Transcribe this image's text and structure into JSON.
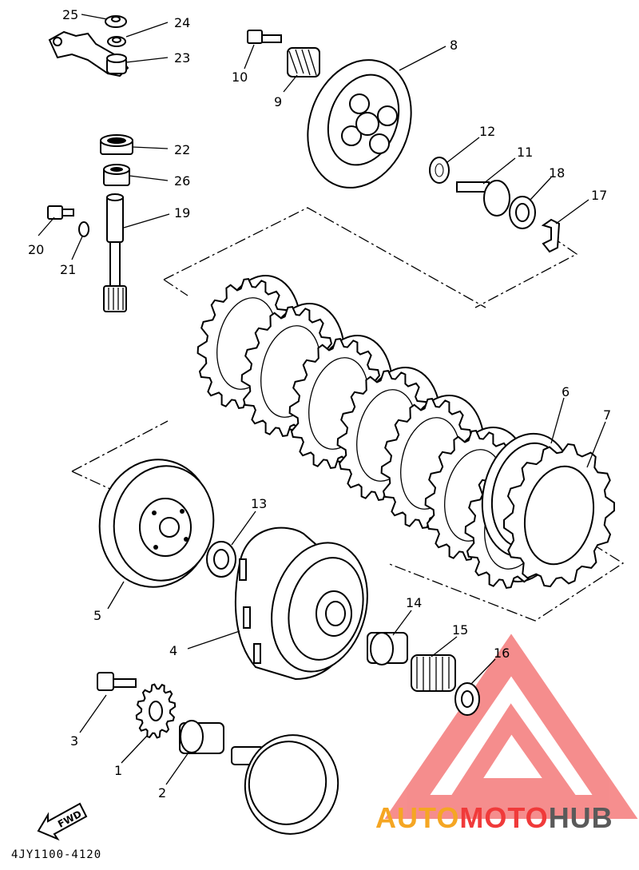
{
  "diagram": {
    "drawing_code": "4JY1100-4120",
    "fwd_label": "FWD",
    "callouts": [
      {
        "id": "c1",
        "label": "1"
      },
      {
        "id": "c2",
        "label": "2"
      },
      {
        "id": "c3",
        "label": "3"
      },
      {
        "id": "c4",
        "label": "4"
      },
      {
        "id": "c5",
        "label": "5"
      },
      {
        "id": "c6",
        "label": "6"
      },
      {
        "id": "c7",
        "label": "7"
      },
      {
        "id": "c8",
        "label": "8"
      },
      {
        "id": "c9",
        "label": "9"
      },
      {
        "id": "c10",
        "label": "10"
      },
      {
        "id": "c11",
        "label": "11"
      },
      {
        "id": "c12",
        "label": "12"
      },
      {
        "id": "c13",
        "label": "13"
      },
      {
        "id": "c14",
        "label": "14"
      },
      {
        "id": "c15",
        "label": "15"
      },
      {
        "id": "c16",
        "label": "16"
      },
      {
        "id": "c17",
        "label": "17"
      },
      {
        "id": "c18",
        "label": "18"
      },
      {
        "id": "c19",
        "label": "19"
      },
      {
        "id": "c20",
        "label": "20"
      },
      {
        "id": "c21",
        "label": "21"
      },
      {
        "id": "c22",
        "label": "22"
      },
      {
        "id": "c23",
        "label": "23"
      },
      {
        "id": "c24",
        "label": "24"
      },
      {
        "id": "c25",
        "label": "25"
      },
      {
        "id": "c26",
        "label": "26"
      }
    ]
  },
  "watermark": {
    "part1": "AUTO",
    "part2": "MOTO",
    "part3": "HUB",
    "color_orange": "#f5a623",
    "color_red": "#f03a3a",
    "color_gray": "#5a5a5a"
  }
}
